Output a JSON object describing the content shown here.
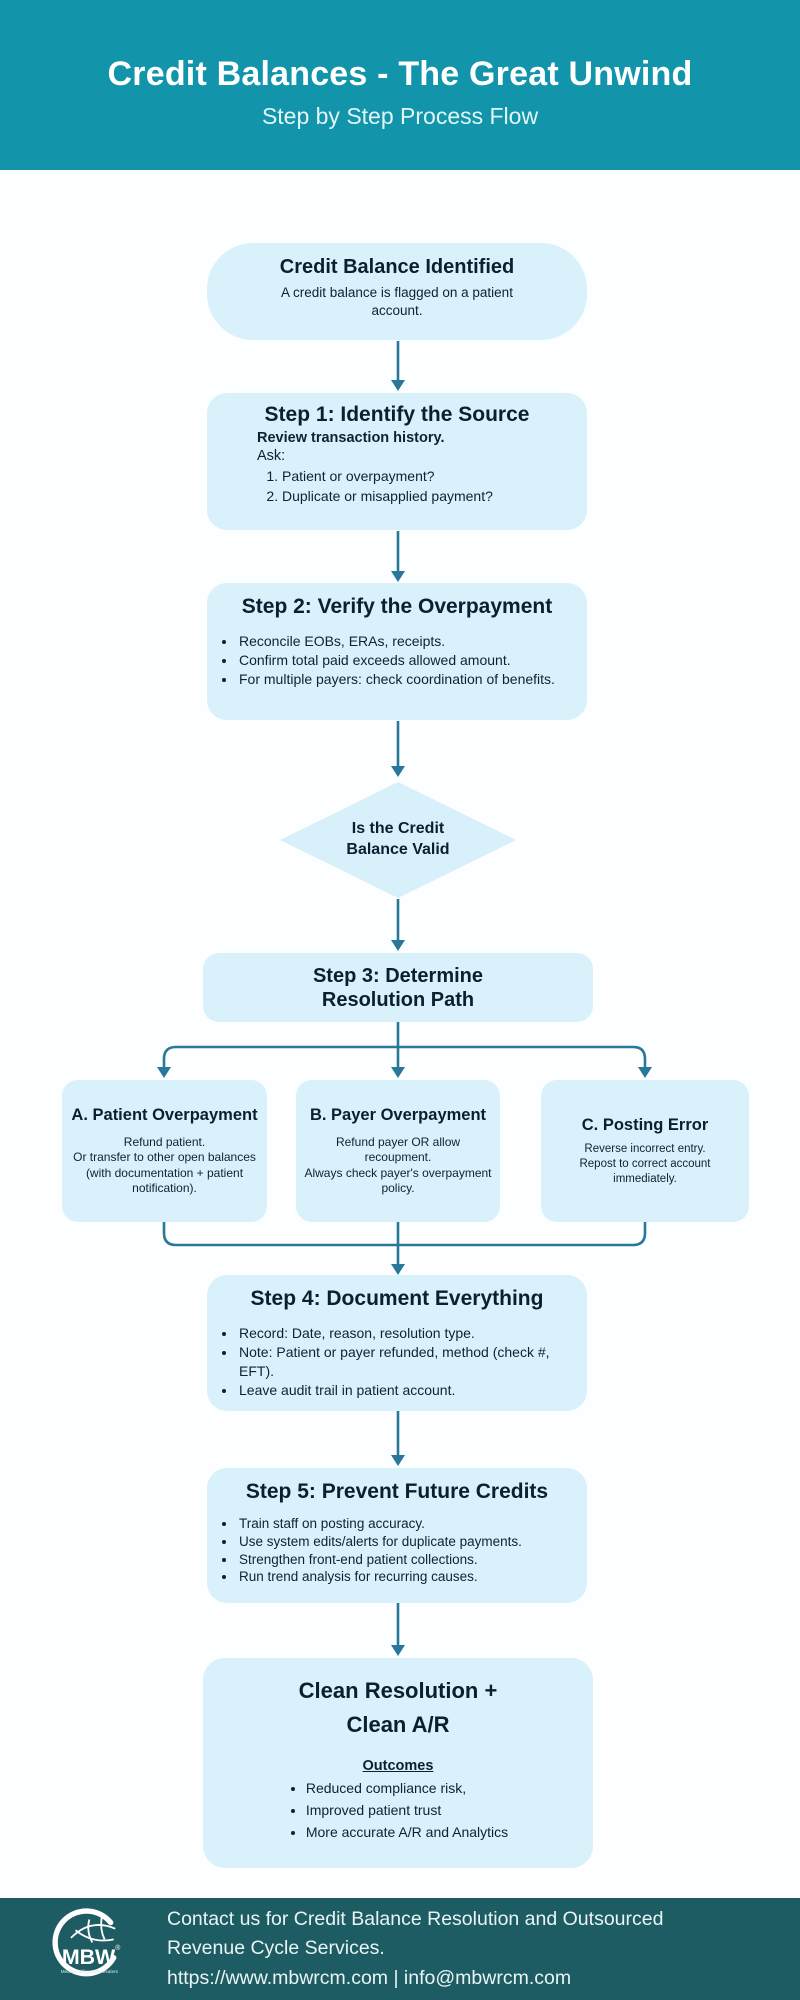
{
  "header": {
    "title": "Credit Balances - The Great Unwind",
    "subtitle": "Step by Step Process Flow"
  },
  "colors": {
    "header_teal": "#1295ab",
    "footer_teal": "#1e5c63",
    "node_fill": "#d8f1fa",
    "arrow": "#28789a",
    "text_dark": "#0d2333"
  },
  "flow": {
    "start": {
      "title": "Credit Balance Identified",
      "body": "A credit balance is flagged on a patient account."
    },
    "step1": {
      "title": "Step 1: Identify the Source",
      "lead": "Review transaction history.",
      "ask_label": "Ask:",
      "items": [
        "Patient or overpayment?",
        "Duplicate or misapplied payment?"
      ]
    },
    "step2": {
      "title": "Step 2: Verify the Overpayment",
      "items": [
        "Reconcile EOBs, ERAs, receipts.",
        "Confirm total paid exceeds allowed amount.",
        "For multiple payers: check coordination of benefits."
      ]
    },
    "decision": {
      "title": "Is the Credit Balance Valid"
    },
    "step3": {
      "title": "Step 3: Determine Resolution Path"
    },
    "branches": [
      {
        "title": "A. Patient Overpayment",
        "line1": "Refund patient.",
        "line2": "Or transfer to other open balances (with documentation + patient notification)."
      },
      {
        "title": "B. Payer Overpayment",
        "line1": "Refund payer OR allow recoupment.",
        "line2": "Always check payer's overpayment policy."
      },
      {
        "title": "C. Posting Error",
        "line1": "Reverse incorrect entry.",
        "line2": "Repost to correct account immediately."
      }
    ],
    "step4": {
      "title": "Step 4: Document Everything",
      "items": [
        "Record: Date, reason, resolution type.",
        "Note: Patient or payer refunded, method (check #, EFT).",
        "Leave audit trail in patient account."
      ]
    },
    "step5": {
      "title": "Step 5: Prevent Future Credits",
      "items": [
        "Train staff on posting accuracy.",
        "Use system edits/alerts for duplicate payments.",
        "Strengthen front-end patient collections.",
        "Run trend analysis for recurring causes."
      ]
    },
    "end": {
      "title_line1": "Clean Resolution +",
      "title_line2": "Clean A/R",
      "outcomes_label": "Outcomes",
      "items": [
        "Reduced compliance risk,",
        "Improved patient trust",
        "More accurate A/R and Analytics"
      ]
    }
  },
  "footer": {
    "contact_text": "Contact us for Credit Balance Resolution and Outsourced Revenue Cycle Services.",
    "links_text": "https://www.mbwrcm.com | info@mbwrcm.com",
    "logo_text": "MBW",
    "logo_reg": "®",
    "logo_tagline": "Medical Billing Wholesalers"
  }
}
